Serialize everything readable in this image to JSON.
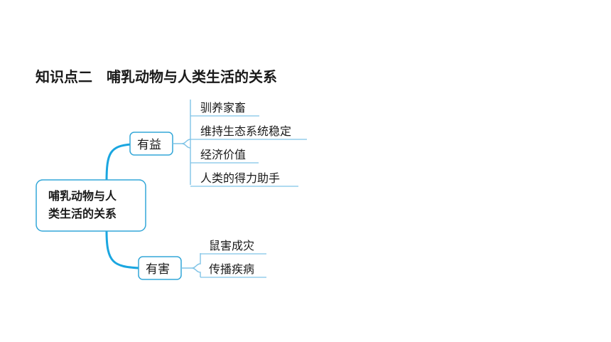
{
  "heading": {
    "section": "知识点二",
    "topic": "哺乳动物与人类生活的关系"
  },
  "mindmap": {
    "root": {
      "line1": "哺乳动物与人",
      "line2": "类生活的关系"
    },
    "branches": [
      {
        "label": "有益",
        "leaves": [
          "驯养家畜",
          "维持生态系统稳定",
          "经济价值",
          "人类的得力助手"
        ]
      },
      {
        "label": "有害",
        "leaves": [
          "鼠害成灾",
          "传播疾病"
        ]
      }
    ]
  },
  "colors": {
    "connector": "#1aa6e0",
    "box_border": "#33a7d8",
    "leaf_line": "#7fc3e6",
    "text": "#1a1a1a"
  }
}
